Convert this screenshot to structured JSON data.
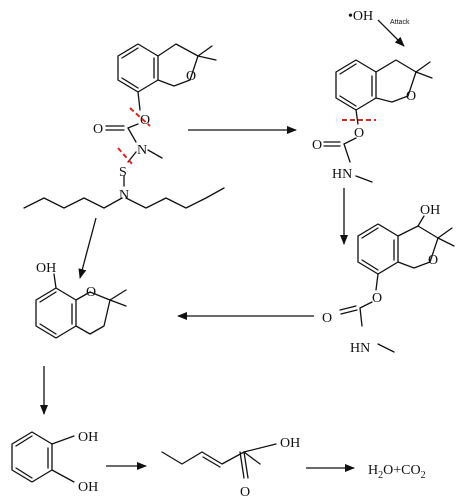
{
  "colors": {
    "ink": "#111111",
    "cleavage": "#d6281e",
    "background": "#ffffff"
  },
  "labels": {
    "carbosulfan": {
      "o_ring": "O",
      "o_ester": "O",
      "o_carbonyl": "O",
      "n_methyl": "N",
      "s": "S",
      "n_butyl": "N"
    },
    "carbofuran": {
      "radical": "•OH",
      "attack": "Attack",
      "o_ring": "O",
      "o_ester": "O",
      "o_carbonyl": "O",
      "hn": "HN"
    },
    "hydroxycarbofuran": {
      "oh": "OH",
      "o_ring": "O",
      "o_ester": "O",
      "o_carbonyl": "O",
      "hn": "HN"
    },
    "carbofuran_phenol": {
      "oh": "OH",
      "o_ring": "O"
    },
    "catechol": {
      "oh_top": "OH",
      "oh_bottom": "OH"
    },
    "pentenoic_acid": {
      "oh": "OH",
      "o_carbonyl": "O"
    },
    "products": {
      "h2o": "H",
      "h2o_sub": "2",
      "h2o_o": "O",
      "plus": "+",
      "co2": "CO",
      "co2_sub": "2"
    }
  }
}
